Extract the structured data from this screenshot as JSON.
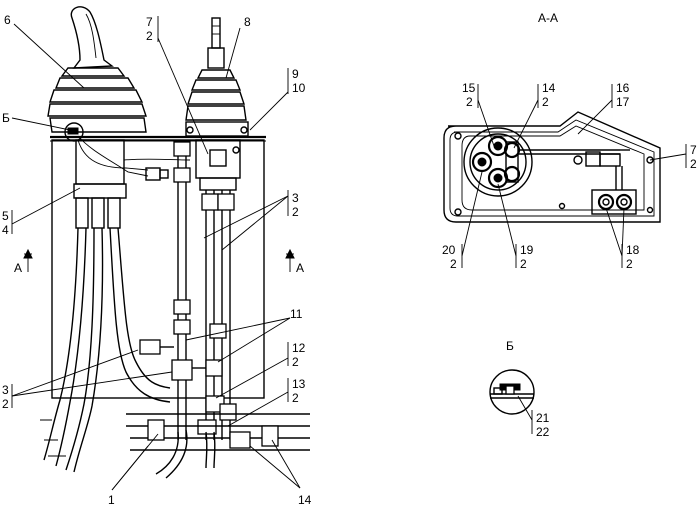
{
  "section_titles": {
    "section_aa": "А-А",
    "detail_b": "Б",
    "marker_b": "Б",
    "arrow_left": "А",
    "arrow_right": "А"
  },
  "callouts": {
    "c6": "6",
    "c7a": "7",
    "c7b": "2",
    "c8": "8",
    "c9": "9",
    "c10": "10",
    "c5": "5",
    "c4": "4",
    "c3r_a": "3",
    "c3r_b": "2",
    "c11": "11",
    "c12a": "12",
    "c12b": "2",
    "c13a": "13",
    "c13b": "2",
    "c3l_a": "3",
    "c3l_b": "2",
    "c1": "1",
    "c14": "14",
    "s15a": "15",
    "s15b": "2",
    "s14a": "14",
    "s14b": "2",
    "s16": "16",
    "s17": "17",
    "s7a": "7",
    "s7b": "2",
    "s20a": "20",
    "s20b": "2",
    "s19a": "19",
    "s19b": "2",
    "s18a": "18",
    "s18b": "2",
    "d21": "21",
    "d22": "22"
  },
  "colors": {
    "line": "#000000",
    "background": "#ffffff"
  }
}
